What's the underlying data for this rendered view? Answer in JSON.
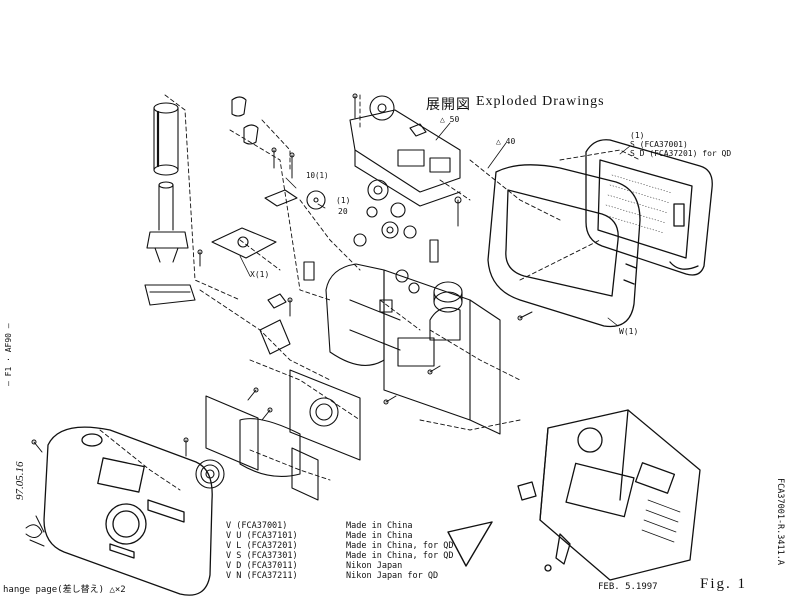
{
  "title": {
    "jp": "展開図",
    "en": "Exploded Drawings"
  },
  "callouts": {
    "delta_50": "△ 50",
    "delta_40": "△ 40",
    "c1_20_a": "(1)",
    "c1_20_b": "20",
    "c10": "10(1)",
    "cX": "X(1)",
    "cW": "W(1)",
    "back_cover_1": "(1)",
    "back_cover_s": "S (FCA37001)",
    "back_cover_sd": "S D (FCA37201) for QD"
  },
  "legend": [
    {
      "code": "V   (FCA37001)",
      "desc": "Made in China"
    },
    {
      "code": "V U (FCA37101)",
      "desc": "Made in China"
    },
    {
      "code": "V L (FCA37201)",
      "desc": "Made in China, for QD"
    },
    {
      "code": "V S (FCA37301)",
      "desc": "Made in China, for QD"
    },
    {
      "code": "V D (FCA37011)",
      "desc": "Nikon Japan"
    },
    {
      "code": "V N (FCA37211)",
      "desc": "Nikon Japan for QD"
    }
  ],
  "footer": {
    "change_page": "hange page(差し替え) △×2",
    "date": "FEB. 5.1997",
    "fig": "Fig. 1"
  },
  "margin": {
    "left_code": "— F1 · AF90 —",
    "right_code": "FCA37001-R.3411.A",
    "handwritten_date": "97.05.16"
  }
}
